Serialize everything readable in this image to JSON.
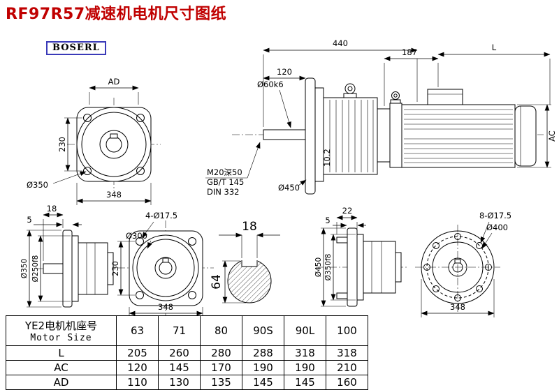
{
  "page": {
    "title": "RF97R57减速机电机尺寸图纸",
    "brand": "BOSERL"
  },
  "views": {
    "output_flange_front_top": {
      "dim_ad": "AD",
      "dim_230": "230",
      "dia_350": "Ø350",
      "dim_348": "348"
    },
    "assembly_side": {
      "dim_440": "440",
      "dim_120": "120",
      "dim_187": "187",
      "dim_L": "L",
      "shaft_dia": "Ø60k6",
      "dim_ac": "AC",
      "tap_note": "M20深50",
      "std_note1": "GB/T 145",
      "std_note2": "DIN 332",
      "dia_450": "Ø450",
      "dim_10_2": "10.2"
    },
    "output_flange_side": {
      "dim_18": "18",
      "dim_5": "5",
      "dia_350": "Ø350",
      "dia_250": "Ø250f8"
    },
    "output_flange_front": {
      "holes_note": "4-Ø17.5",
      "dia_300": "Ø300",
      "dim_230": "230",
      "dim_348": "348"
    },
    "shaft_section": {
      "dim_18": "18",
      "dim_64": "64"
    },
    "input_flange_side": {
      "dim_22": "22",
      "dim_5": "5",
      "dia_450": "Ø450",
      "dia_350": "Ø350f8"
    },
    "input_flange_front": {
      "holes_note": "8-Ø17.5",
      "dia_400": "Ø400",
      "dim_348": "348"
    }
  },
  "table": {
    "header_cn": "YE2电机机座号",
    "header_en": "Motor Size",
    "columns": [
      "63",
      "71",
      "80",
      "90S",
      "90L",
      "100"
    ],
    "rows": [
      {
        "label": "L",
        "values": [
          "205",
          "260",
          "280",
          "288",
          "318",
          "318"
        ]
      },
      {
        "label": "AC",
        "values": [
          "120",
          "145",
          "170",
          "190",
          "190",
          "210"
        ]
      },
      {
        "label": "AD",
        "values": [
          "110",
          "130",
          "135",
          "145",
          "145",
          "160"
        ]
      }
    ]
  }
}
